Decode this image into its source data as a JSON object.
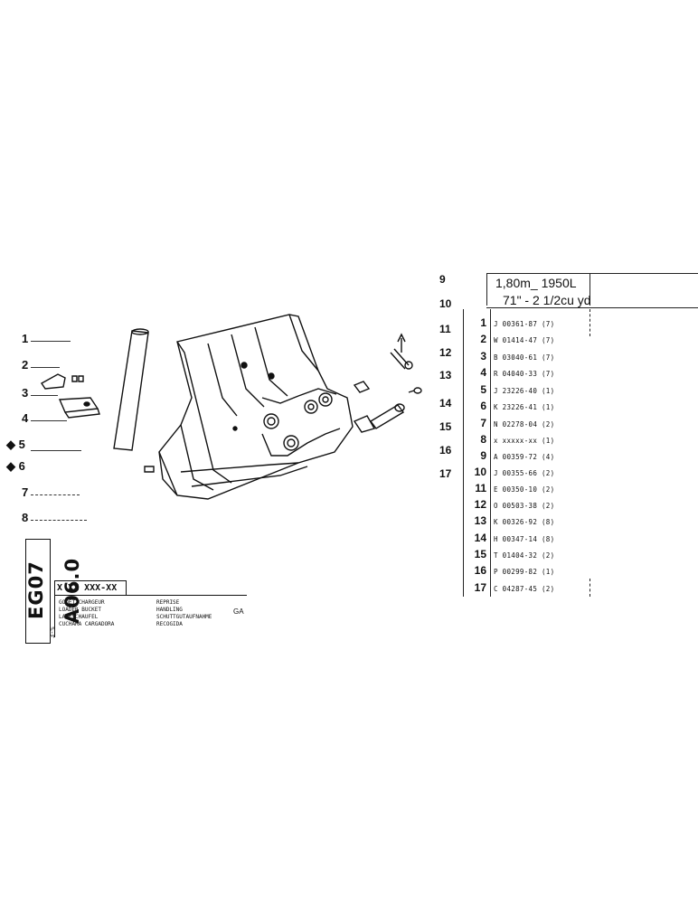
{
  "callouts": [
    {
      "label": "1"
    },
    {
      "label": "2"
    },
    {
      "label": "3"
    },
    {
      "label": "4"
    },
    {
      "label": "◆ 5"
    },
    {
      "label": "◆ 6"
    },
    {
      "label": "7"
    },
    {
      "label": "8"
    }
  ],
  "vertical_code": "EG07 A06.0",
  "vertical_small": "3-%",
  "title_block": {
    "code": "X XX XXX-XX",
    "lines_left": [
      "GODET CHARGEUR",
      "LOADER BUCKET",
      "LADESCHAUFEL",
      "CUCHARA CARGADORA"
    ],
    "lines_right": [
      "REPRISE",
      "HANDLING",
      "SCHUTTGUTAUFNAHME",
      "RECOGIDA"
    ],
    "ga": "GA"
  },
  "right_labels": [
    "9",
    "10",
    "11",
    "12",
    "13",
    "14",
    "15",
    "16",
    "17"
  ],
  "table": {
    "header_line1": "1,80m_    1950L",
    "header_line2": "71\"  - 2 1/2cu yd",
    "rows": [
      {
        "item": "1",
        "code": "J 00361-87 (7)"
      },
      {
        "item": "2",
        "code": "W 01414-47 (7)"
      },
      {
        "item": "3",
        "code": "B 03040-61 (7)"
      },
      {
        "item": "4",
        "code": "R 04040-33 (7)"
      },
      {
        "item": "5",
        "code": "J 23226-40 (1)"
      },
      {
        "item": "6",
        "code": "K 23226-41 (1)"
      },
      {
        "item": "7",
        "code": "N 02278-04 (2)"
      },
      {
        "item": "8",
        "code": "x xxxxx-xx (1)"
      },
      {
        "item": "9",
        "code": "A 00359-72 (4)"
      },
      {
        "item": "10",
        "code": "J 00355-66 (2)"
      },
      {
        "item": "11",
        "code": "E 00350-10 (2)"
      },
      {
        "item": "12",
        "code": "O 00503-38 (2)"
      },
      {
        "item": "13",
        "code": "K 00326-92 (8)"
      },
      {
        "item": "14",
        "code": "H 00347-14 (8)"
      },
      {
        "item": "15",
        "code": "T 01404-32 (2)"
      },
      {
        "item": "16",
        "code": "P 00299-82 (1)"
      },
      {
        "item": "17",
        "code": "C 04287-45 (2)"
      }
    ]
  }
}
